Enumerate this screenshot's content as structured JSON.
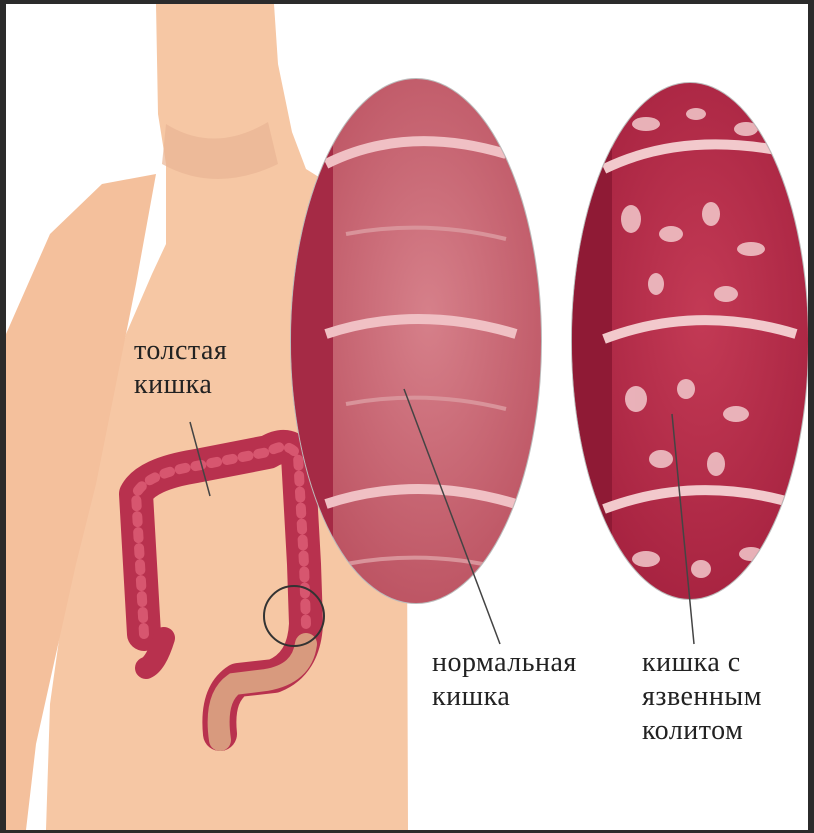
{
  "labels": {
    "colon": [
      "толстая",
      "кишка"
    ],
    "normal": [
      "нормальная",
      "кишка"
    ],
    "ulcerative": [
      "кишка с",
      "язвенным",
      "колитом"
    ]
  },
  "colors": {
    "skin": "#f6c7a4",
    "colon": "#b8314e",
    "normal_tissue": "#c65a66",
    "ulcer_tissue": "#b82946",
    "ulcer_spots": "#f2c9cc",
    "background": "#ffffff",
    "page_border": "#2b2b2b"
  }
}
